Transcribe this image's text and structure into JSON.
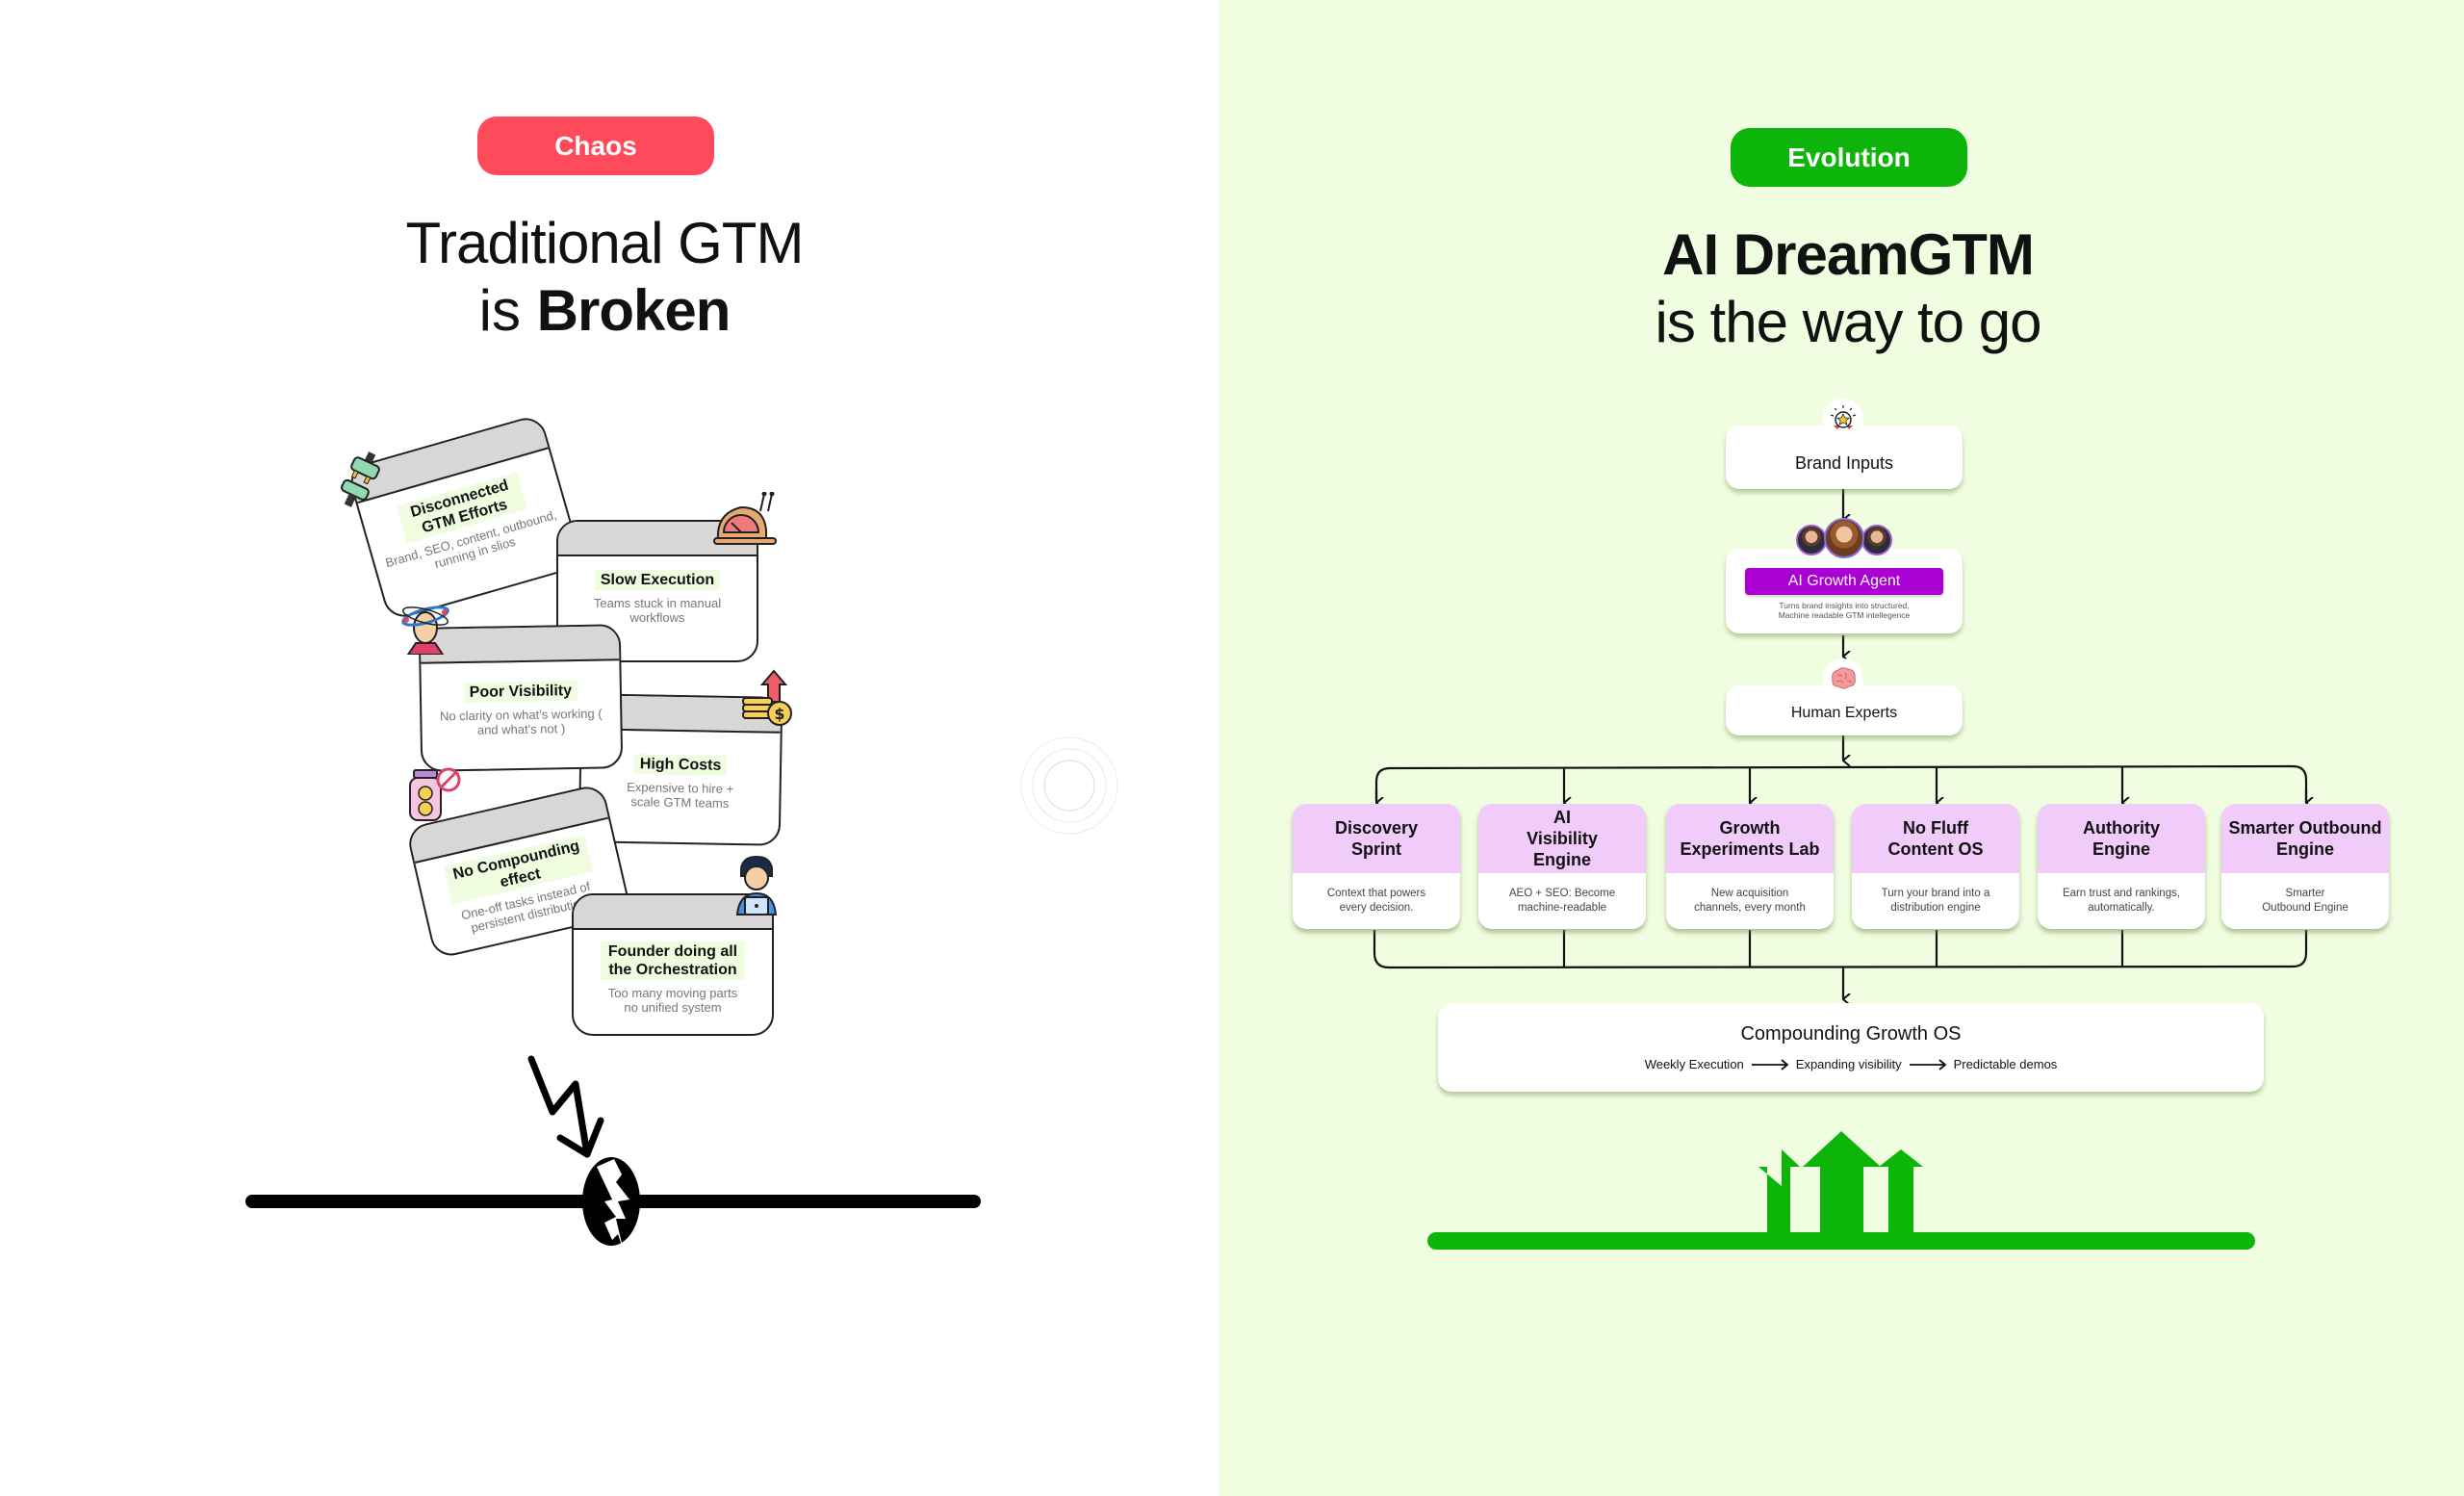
{
  "left": {
    "badge": "Chaos",
    "badge_color": "#ff4a5c",
    "headline_line1": "Traditional GTM",
    "headline_line2_prefix": "is ",
    "headline_line2_bold": "Broken",
    "cards": [
      {
        "title": "Disconnected GTM Efforts",
        "desc": "Brand, SEO, content, outbound, running in slios",
        "icon": "unplugged-plug-icon"
      },
      {
        "title": "Slow Execution",
        "desc": "Teams stuck in manual workflows",
        "icon": "snail-speedometer-icon"
      },
      {
        "title": "Poor Visibility",
        "desc": "No clarity on what's working ( and what's not )",
        "icon": "dizzy-person-icon"
      },
      {
        "title": "High Costs",
        "desc": "Expensive to hire + scale GTM teams",
        "icon": "coins-rising-icon"
      },
      {
        "title": "No Compounding effect",
        "desc": "One-off tasks instead of persistent distribution",
        "icon": "no-savings-jar-icon"
      },
      {
        "title": "Founder doing all the Orchestration",
        "desc": "Too many moving parts no unified system",
        "icon": "founder-laptop-icon"
      }
    ],
    "footer_icon": "broken-line-lightning-icon"
  },
  "right": {
    "badge": "Evolution",
    "badge_color": "#0db50a",
    "headline_line1": "AI DreamGTM",
    "headline_line2": "is the way to go",
    "brand_inputs": {
      "label": "Brand Inputs",
      "icon": "star-badge-icon"
    },
    "agent": {
      "label": "AI Growth Agent",
      "desc_line1": "Turns brand insights into structured,",
      "desc_line2": "Machine readable GTM intellegence",
      "accent": "#aa00d4"
    },
    "human_experts": {
      "label": "Human Experts",
      "icon": "brain-icon"
    },
    "services": [
      {
        "title": "Discovery Sprint",
        "desc": "Context that powers every decision."
      },
      {
        "title": "AI Visibility Engine",
        "desc": "AEO + SEO: Become machine-readable"
      },
      {
        "title": "Growth Experiments Lab",
        "desc": "New acquisition channels, every month"
      },
      {
        "title": "No Fluff Content OS",
        "desc": "Turn your brand into a distribution engine"
      },
      {
        "title": "Authority Engine",
        "desc": "Earn trust and rankings, automatically."
      },
      {
        "title": "Smarter Outbound Engine",
        "desc": "Smarter Outbound Engine"
      }
    ],
    "os": {
      "title": "Compounding Growth OS",
      "steps": [
        "Weekly Execution",
        "Expanding visibility",
        "Predictable demos"
      ]
    },
    "footer_icon": "growth-arrows-icon",
    "service_header_color": "#f1cbfa"
  }
}
